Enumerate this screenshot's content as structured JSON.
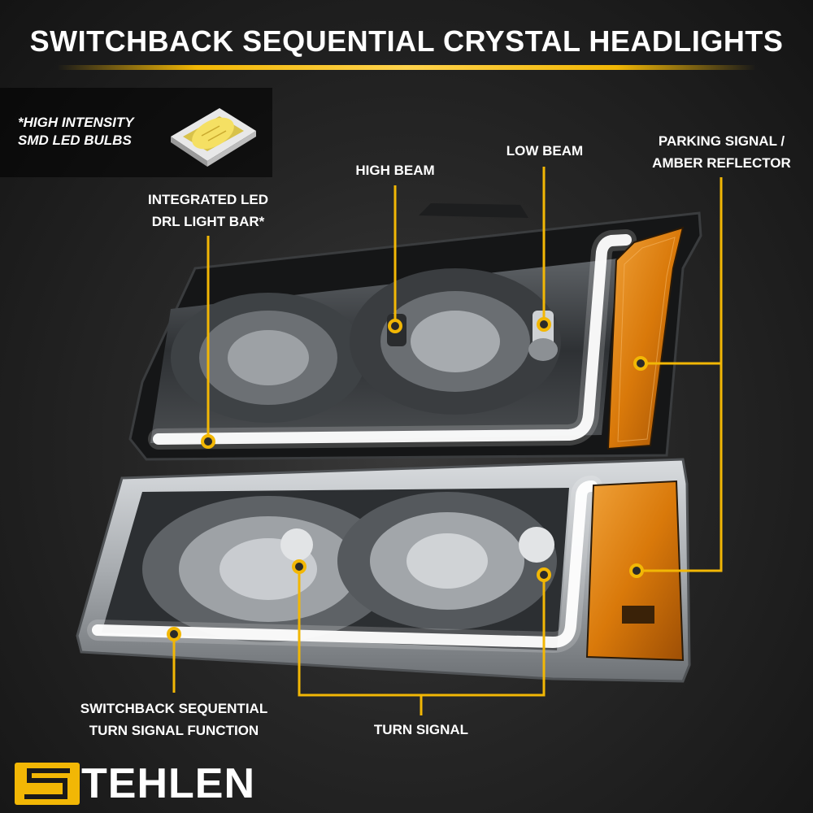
{
  "title": "SWITCHBACK SEQUENTIAL CRYSTAL HEADLIGHTS",
  "badge": {
    "line1": "*HIGH INTENSITY",
    "line2": "SMD LED BULBS"
  },
  "labels": {
    "drl_line1": "INTEGRATED LED",
    "drl_line2": "DRL LIGHT BAR*",
    "high_beam": "HIGH BEAM",
    "low_beam": "LOW BEAM",
    "parking_line1": "PARKING SIGNAL /",
    "parking_line2": "AMBER REFLECTOR",
    "switchback_line1": "SWITCHBACK SEQUENTIAL",
    "switchback_line2": "TURN SIGNAL FUNCTION",
    "turn_signal": "TURN SIGNAL"
  },
  "brand": {
    "name": "TEHLEN",
    "logo_letter": "S"
  },
  "colors": {
    "accent": "#f2b705",
    "amber": "#d9790a",
    "background": "#262626",
    "text": "#ffffff"
  }
}
